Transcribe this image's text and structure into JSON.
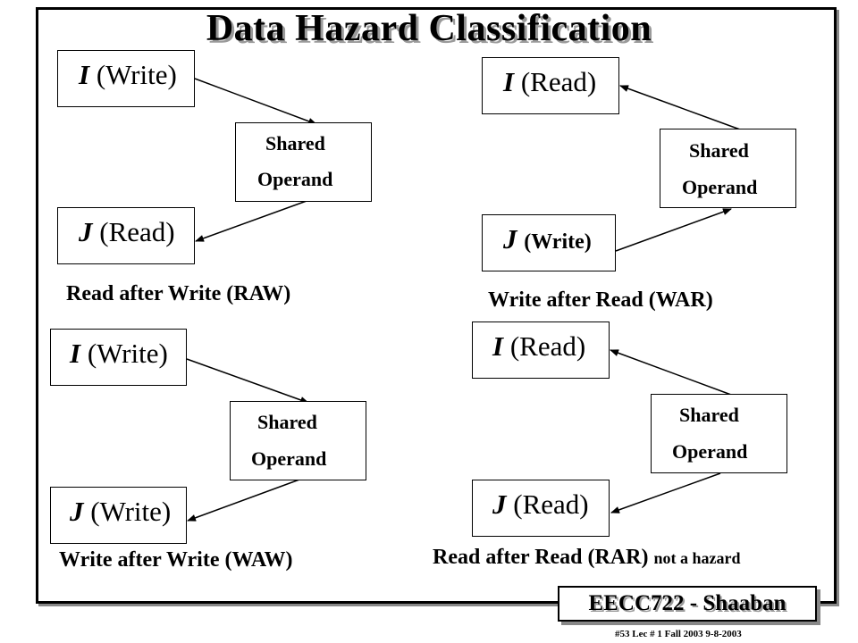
{
  "title": "Data Hazard Classification",
  "shared_operand": {
    "line1": "Shared",
    "line2": "Operand"
  },
  "quadrants": {
    "raw": {
      "i_var": "I",
      "i_op": "(Write)",
      "j_var": "J",
      "j_op": "(Read)",
      "label": "Read after Write  (RAW)"
    },
    "war": {
      "i_var": "I",
      "i_op": "(Read)",
      "j_var": "J",
      "j_op": "(Write)",
      "label": "Write after Read (WAR)"
    },
    "waw": {
      "i_var": "I",
      "i_op": "(Write)",
      "j_var": "J",
      "j_op": "(Write)",
      "label": "Write after Write  (WAW)"
    },
    "rar": {
      "i_var": "I",
      "i_op": "(Read)",
      "j_var": "J",
      "j_op": "(Read)",
      "label": "Read after Read  (RAR)",
      "note": "not a hazard"
    }
  },
  "footer": {
    "course": "EECC722 - Shaaban",
    "slide_info": "#53   Lec # 1    Fall 2003  9-8-2003"
  }
}
